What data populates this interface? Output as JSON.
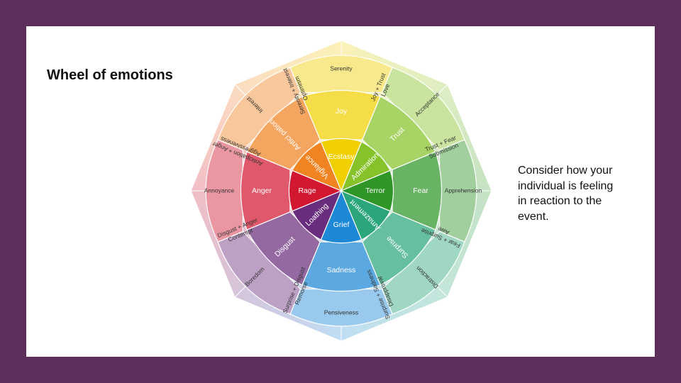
{
  "slide": {
    "title": "Wheel of emotions",
    "note": "Consider how your individual is feeling in reaction to the event."
  },
  "colors": {
    "frame": "#5d2f5a",
    "slide_background": "#ffffff",
    "joy": "#f0d000",
    "trust": "#86c32a",
    "fear": "#2f9628",
    "surprise": "#2aa67a",
    "sadness": "#1d88d6",
    "disgust": "#6a2d7d",
    "anger": "#d21731",
    "anticipation": "#f08322"
  },
  "wheel": {
    "petals": [
      {
        "key": "joy",
        "inner": "Ecstasy",
        "middle": "Joy",
        "outer": "Serenity"
      },
      {
        "key": "trust",
        "inner": "Admiration",
        "middle": "Trust",
        "outer": "Acceptance"
      },
      {
        "key": "fear",
        "inner": "Terror",
        "middle": "Fear",
        "outer": "Apprehension"
      },
      {
        "key": "surprise",
        "inner": "Amazement",
        "middle": "Surprise",
        "outer": "Distraction"
      },
      {
        "key": "sadness",
        "inner": "Grief",
        "middle": "Sadness",
        "outer": "Pensiveness"
      },
      {
        "key": "disgust",
        "inner": "Loathing",
        "middle": "Disgust",
        "outer": "Boredom"
      },
      {
        "key": "anger",
        "inner": "Rage",
        "middle": "Anger",
        "outer": "Annoyance"
      },
      {
        "key": "anticipation",
        "inner": "Vigilance",
        "middle": "Antici pation",
        "outer": "Interest"
      }
    ],
    "dyads": [
      {
        "from": "joy",
        "line1": "Joy + Trust",
        "line2": "Love"
      },
      {
        "from": "trust",
        "line1": "Trust + Fear",
        "line2": "Submission"
      },
      {
        "from": "fear",
        "line1": "Fear + Surprise",
        "line2": "Awe"
      },
      {
        "from": "surprise",
        "line1": "Surprise + Sadness",
        "line2": "Disapproval"
      },
      {
        "from": "sadness",
        "line1": "Surprise + Disgust",
        "line2": "Remorse"
      },
      {
        "from": "disgust",
        "line1": "Disgust + Anger",
        "line2": "Contempt"
      },
      {
        "from": "anger",
        "line1": "Anticipation + Anger",
        "line2": "Aggressiveness"
      },
      {
        "from": "anticipation",
        "line1": "Serenity + Interest",
        "line2": "Optimism"
      }
    ]
  }
}
